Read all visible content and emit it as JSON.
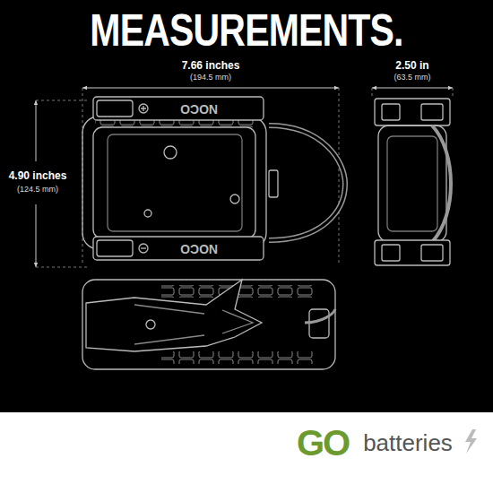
{
  "diagram": {
    "title": "MEASUREMENTS.",
    "labels": [
      "7.66 inches",
      "(194.5 mm)",
      "2.50 in",
      "(63.5 mm)",
      "4.90 inches",
      "(124.5 mm)",
      "NOCO",
      "NOCO",
      "GO",
      "batteries"
    ]
  }
}
